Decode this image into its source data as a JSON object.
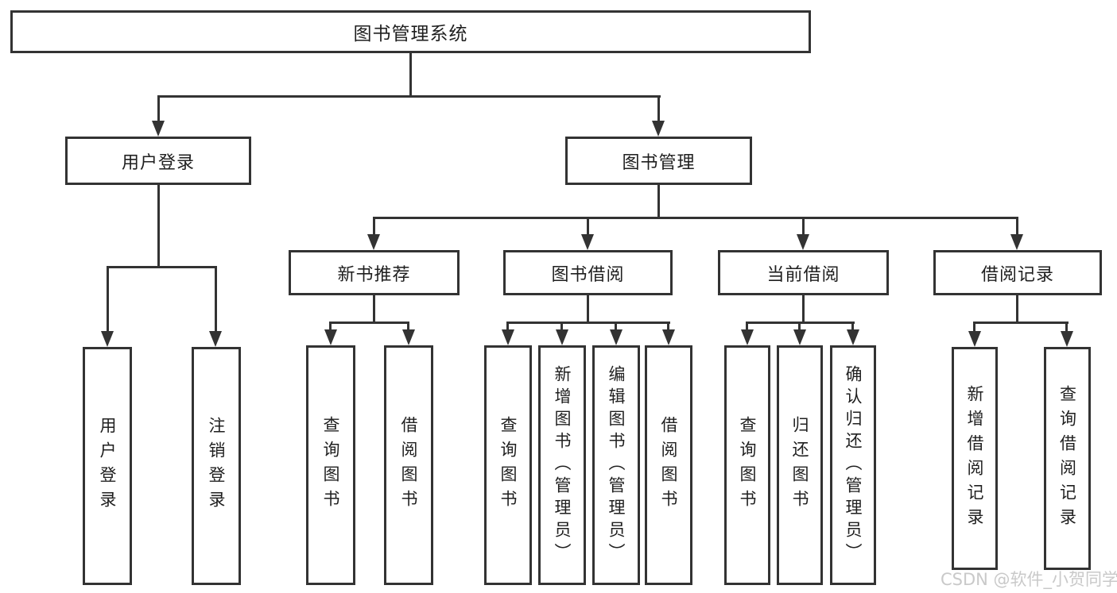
{
  "tree": {
    "label": "图书管理系统",
    "children": [
      {
        "label": "用户登录",
        "children": [
          {
            "label": "用户登录"
          },
          {
            "label": "注销登录"
          }
        ]
      },
      {
        "label": "图书管理",
        "children": [
          {
            "label": "新书推荐",
            "children": [
              {
                "label": "查询图书"
              },
              {
                "label": "借阅图书"
              }
            ]
          },
          {
            "label": "图书借阅",
            "children": [
              {
                "label": "查询图书"
              },
              {
                "label": "新增图书（管理员）"
              },
              {
                "label": "编辑图书（管理员）"
              },
              {
                "label": "借阅图书"
              }
            ]
          },
          {
            "label": "当前借阅",
            "children": [
              {
                "label": "查询图书"
              },
              {
                "label": "归还图书"
              },
              {
                "label": "确认归还（管理员）"
              }
            ]
          },
          {
            "label": "借阅记录",
            "children": [
              {
                "label": "新增借阅记录"
              },
              {
                "label": "查询借阅记录"
              }
            ]
          }
        ]
      }
    ]
  },
  "watermark": {
    "text": "CSDN @软件_小贺同学"
  },
  "colors": {
    "line": "#333333",
    "text": "#1f1f1f",
    "background": "#ffffff",
    "watermark": "#c9c9c9"
  }
}
